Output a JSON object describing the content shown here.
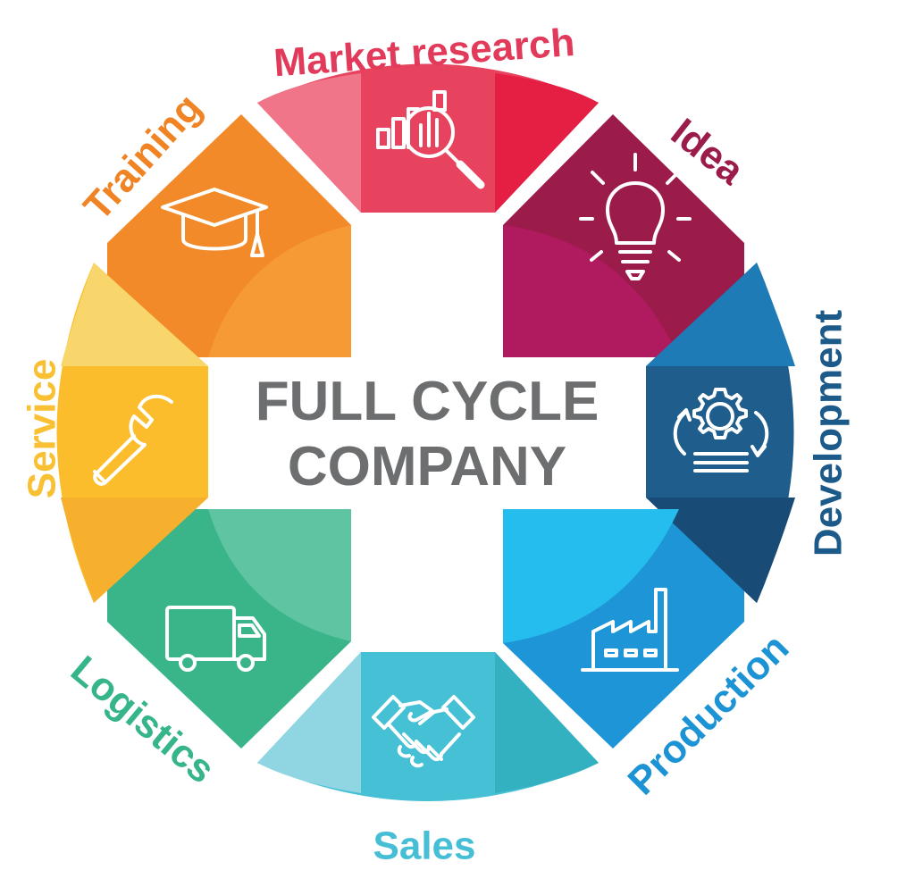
{
  "center": {
    "line1": "FULL CYCLE",
    "line2": "COMPANY"
  },
  "segments": [
    {
      "key": "market-research",
      "label": "Market research",
      "icon": "market-research-icon",
      "color": "#e8435e",
      "light": "#f07588",
      "dark": "#e51f43"
    },
    {
      "key": "idea",
      "label": "Idea",
      "icon": "lightbulb-icon",
      "color": "#9b1b4b",
      "light": "#b01a5f",
      "dark": "#8f1744"
    },
    {
      "key": "development",
      "label": "Development",
      "icon": "gear-cycle-icon",
      "color": "#1f5d8c",
      "light": "#1f7bb5",
      "dark": "#184b75"
    },
    {
      "key": "production",
      "label": "Production",
      "icon": "factory-icon",
      "color": "#1e95d6",
      "light": "#25bdee",
      "dark": "#1a86cf"
    },
    {
      "key": "sales",
      "label": "Sales",
      "icon": "handshake-icon",
      "color": "#45c0d4",
      "light": "#8fd6e2",
      "dark": "#33b1c0"
    },
    {
      "key": "logistics",
      "label": "Logistics",
      "icon": "truck-icon",
      "color": "#3ab58a",
      "light": "#5fc4a2",
      "dark": "#36a97f"
    },
    {
      "key": "service",
      "label": "Service",
      "icon": "wrench-icon",
      "color": "#fbbd2b",
      "light": "#f8d66b",
      "dark": "#f6b02d"
    },
    {
      "key": "training",
      "label": "Training",
      "icon": "graduation-cap-icon",
      "color": "#f28a29",
      "light": "#f59a35",
      "dark": "#ef7c22"
    }
  ],
  "label_colors": {
    "market-research": "#e23a5a",
    "idea": "#9b1b4b",
    "development": "#1c5a8a",
    "production": "#1c93d4",
    "sales": "#46bfd6",
    "logistics": "#37b58a",
    "service": "#f9c033",
    "training": "#f08424"
  }
}
